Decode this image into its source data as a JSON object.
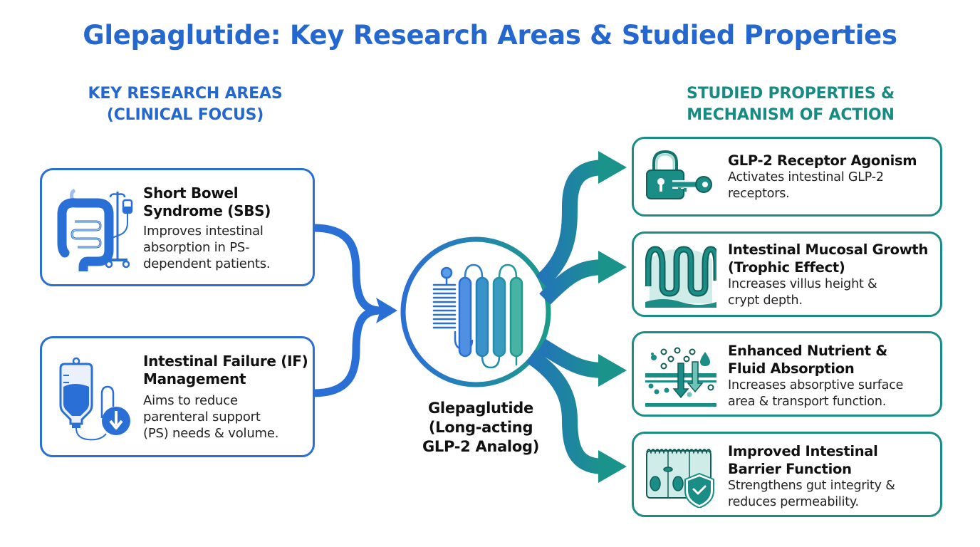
{
  "title": "Glepaglutide: Key Research Areas & Studied Properties",
  "colors": {
    "primary_blue": "#2467cf",
    "teal": "#178a84",
    "text": "#111111"
  },
  "left_section": {
    "heading_line1": "KEY RESEARCH AREAS",
    "heading_line2": "(CLINICAL FOCUS)",
    "cards": [
      {
        "icon": "intestine-iv-drip-icon",
        "title_line1": "Short Bowel",
        "title_line2": "Syndrome (SBS)",
        "desc_line1": "Improves intestinal",
        "desc_line2": "absorption in PS-",
        "desc_line3": "dependent patients."
      },
      {
        "icon": "iv-bag-down-arrow-icon",
        "title_line1": "Intestinal Failure (IF)",
        "title_line2": "Management",
        "desc_line1": "Aims to reduce",
        "desc_line2": "parenteral support",
        "desc_line3": "(PS) needs & volume."
      }
    ]
  },
  "center": {
    "icon": "gpcr-receptor-icon",
    "label_line1": "Glepaglutide",
    "label_line2": "(Long-acting",
    "label_line3": "GLP-2 Analog)"
  },
  "right_section": {
    "heading_line1": "STUDIED PROPERTIES &",
    "heading_line2": "MECHANISM OF ACTION",
    "cards": [
      {
        "icon": "lock-key-icon",
        "title_line1": "GLP-2 Receptor Agonism",
        "title_line2": "",
        "desc_line1": "Activates intestinal GLP-2",
        "desc_line2": "receptors."
      },
      {
        "icon": "villi-icon",
        "title_line1": "Intestinal Mucosal Growth",
        "title_line2": "(Trophic Effect)",
        "desc_line1": "Increases villus height &",
        "desc_line2": "crypt depth."
      },
      {
        "icon": "absorption-membrane-icon",
        "title_line1": "Enhanced Nutrient &",
        "title_line2": "Fluid Absorption",
        "desc_line1": "Increases absorptive surface",
        "desc_line2": "area & transport function."
      },
      {
        "icon": "barrier-shield-icon",
        "title_line1": "Improved Intestinal",
        "title_line2": "Barrier Function",
        "desc_line1": "Strengthens gut integrity &",
        "desc_line2": "reduces permeability."
      }
    ]
  }
}
